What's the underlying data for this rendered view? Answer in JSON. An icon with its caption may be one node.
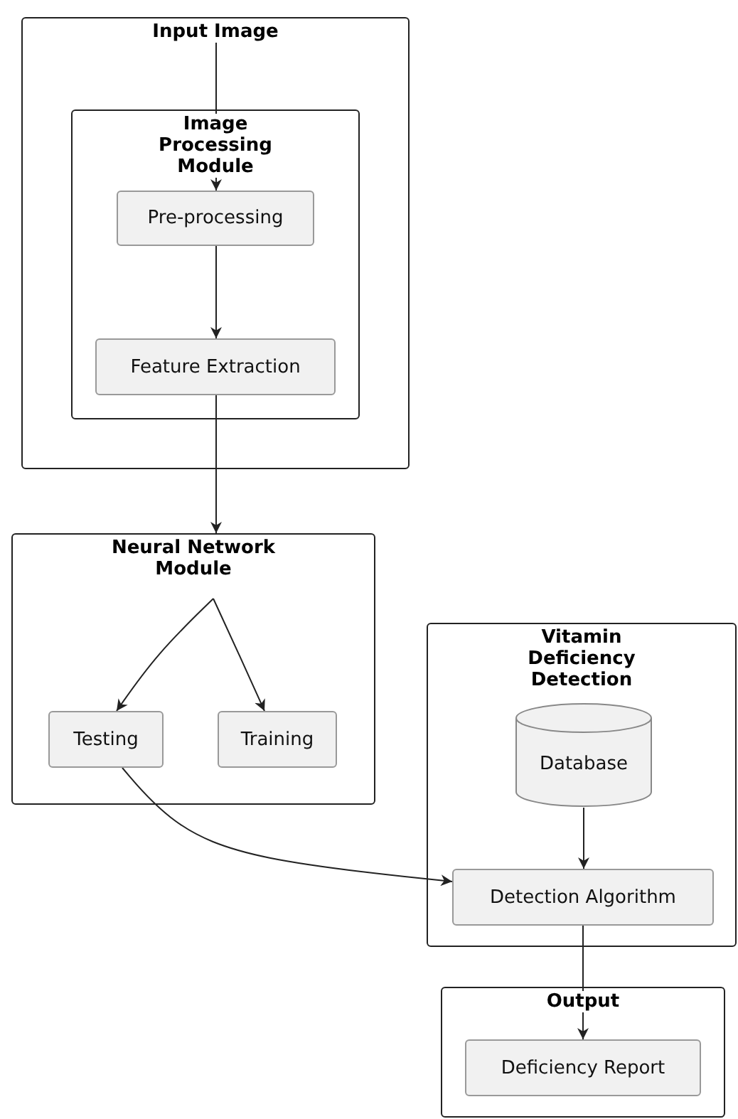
{
  "diagram": {
    "nodes": [
      {
        "text": [
          "Input Image"
        ]
      },
      {
        "text": [
          "Image Processing Module"
        ],
        "in": 0
      },
      {
        "text": [
          "Pre-processing"
        ],
        "in": 1
      },
      {
        "text": [
          "Feature Extraction"
        ],
        "in": 1
      },
      {
        "text": [
          "Neural Network Module"
        ]
      },
      {
        "text": [
          "Testing"
        ],
        "in": 4
      },
      {
        "text": [
          "Training"
        ],
        "in": 4
      },
      {
        "text": [
          "Vitamin Deficiency Detection"
        ]
      },
      {
        "text": [
          "Database"
        ],
        "in": 7
      },
      {
        "text": [
          "Detection Algorithm"
        ],
        "in": 7
      },
      {
        "text": [
          "Output"
        ]
      },
      {
        "text": [
          "Deficiency Report"
        ],
        "in": 10
      }
    ],
    "edges": [
      {
        "from": 0,
        "to": 2,
        "arrow": "to"
      },
      {
        "from": 2,
        "to": 3,
        "arrow": "to"
      },
      {
        "from": 3,
        "to": 4,
        "arrow": "to"
      },
      {
        "from": 4,
        "to": 5,
        "arrow": "to"
      },
      {
        "from": 4,
        "to": 6,
        "arrow": "to"
      },
      {
        "from": 5,
        "to": 9,
        "arrow": "to"
      },
      {
        "from": 8,
        "to": 9,
        "arrow": "to"
      },
      {
        "from": 9,
        "to": 11,
        "arrow": "to"
      }
    ]
  }
}
